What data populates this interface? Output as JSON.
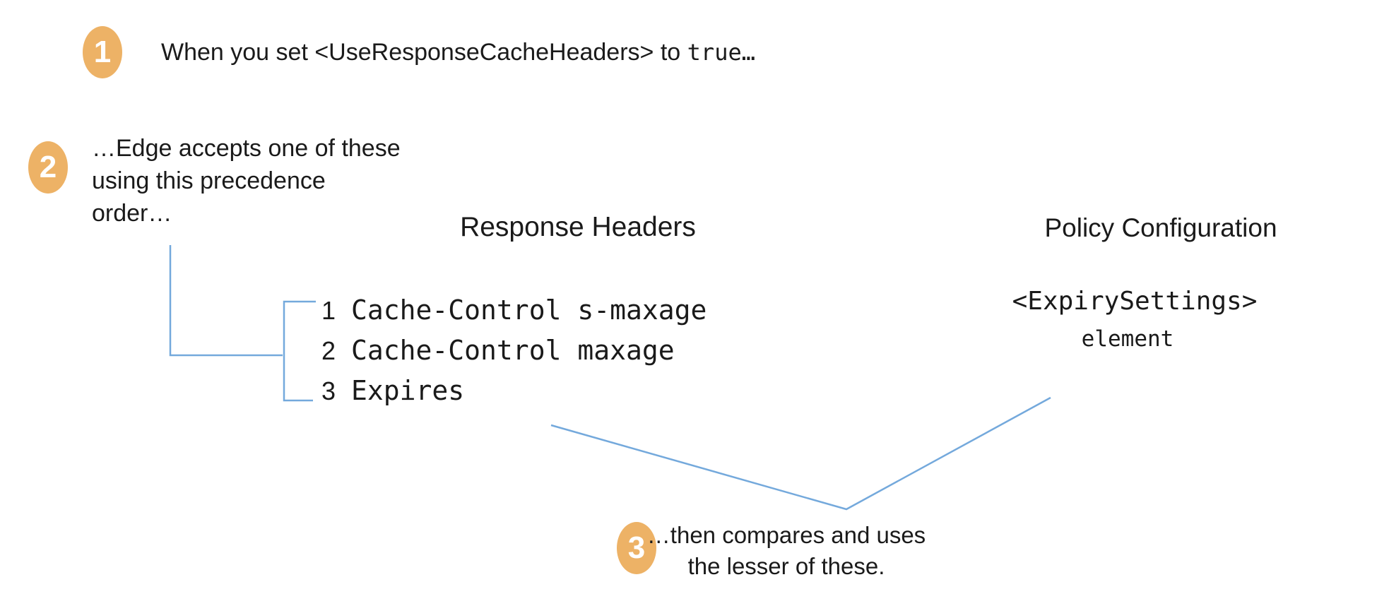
{
  "colors": {
    "page_bg": "#ffffff",
    "ink": "#1a1a1a",
    "badge_fill": "#edb266",
    "badge_text": "#ffffff",
    "connector": "#74a9dc"
  },
  "steps": [
    {
      "number": "1",
      "text_prefix": "When you set <UseResponseCacheHeaders> to ",
      "text_code": "true…"
    },
    {
      "number": "2",
      "lines": [
        "…Edge accepts one of these",
        "using this precedence",
        "order…"
      ]
    },
    {
      "number": "3",
      "lines": [
        "…then compares and uses",
        "the lesser of these."
      ]
    }
  ],
  "columns": {
    "response_headers": {
      "title": "Response Headers",
      "items": [
        {
          "rank": "1",
          "value": "Cache-Control s-maxage"
        },
        {
          "rank": "2",
          "value": "Cache-Control maxage"
        },
        {
          "rank": "3",
          "value": "Expires"
        }
      ]
    },
    "policy_configuration": {
      "title": "Policy Configuration",
      "element_name": "<ExpirySettings>",
      "element_label": "element"
    }
  }
}
